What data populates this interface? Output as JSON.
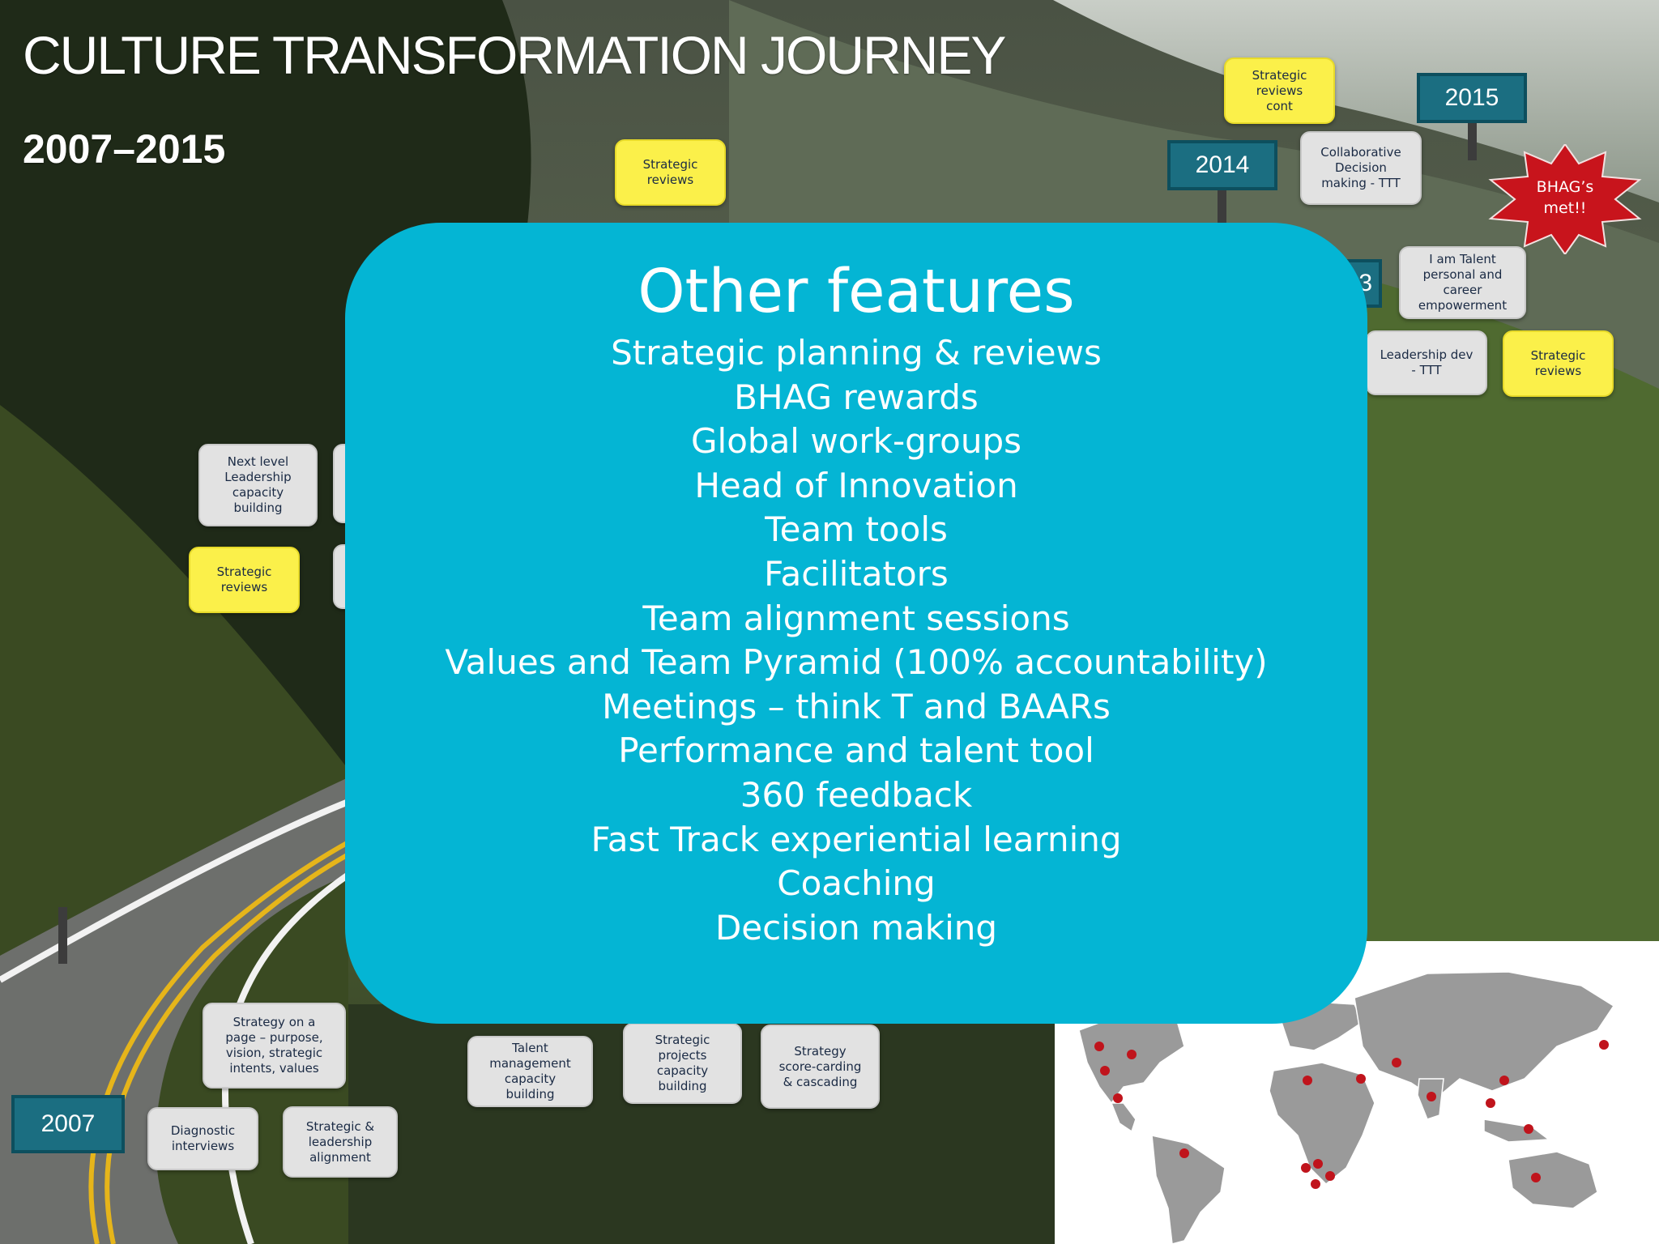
{
  "header": {
    "title": "CULTURE TRANSFORMATION JOURNEY",
    "subtitle": "2007–2015"
  },
  "years": {
    "y2007": "2007",
    "y2014": "2014",
    "y2015": "2015",
    "y2013_partial": "3"
  },
  "notes": {
    "strategic_reviews_top": "Strategic\nreviews",
    "strategic_reviews_cont": "Strategic\nreviews\ncont",
    "collaborative_decision": "Collaborative\nDecision\nmaking - TTT",
    "i_am_talent": "I am Talent\npersonal and\ncareer\nempowerment",
    "leadership_dev": "Leadership dev\n- TTT",
    "strategic_reviews_right": "Strategic\nreviews",
    "next_level_leadership": "Next level\nLeadership\ncapacity\nbuilding",
    "strategic_reviews_left": "Strategic\nreviews",
    "strategy_on_a_page": "Strategy on a\npage – purpose,\nvision, strategic\nintents, values",
    "diagnostic_interviews": "Diagnostic\ninterviews",
    "strategic_leadership_alignment": "Strategic &\nleadership\nalignment",
    "talent_management": "Talent\nmanagement\ncapacity\nbuilding",
    "strategic_projects": "Strategic\nprojects\ncapacity\nbuilding",
    "strategy_scorecarding": "Strategy\nscore-carding\n& cascading"
  },
  "badge": {
    "label": "BHAG’s\nmet!!",
    "color": "#c8141c"
  },
  "overlay": {
    "heading": "Other features",
    "items": [
      "Strategic planning & reviews",
      "BHAG rewards",
      "Global work-groups",
      "Head of Innovation",
      "Team tools",
      "Facilitators",
      "Team alignment sessions",
      "Values and Team Pyramid (100% accountability)",
      "Meetings – think T and BAARs",
      "Performance and talent tool",
      "360 feedback",
      "Fast Track experiential learning",
      "Coaching",
      "Decision making"
    ]
  },
  "colors": {
    "overlay_bg": "#04b5d4",
    "sticky_yellow": "#fbf04a",
    "sticky_grey": "#e2e2e2",
    "year_sign": "#1b6e81",
    "map_land": "#9a9a9a",
    "map_marker": "#c0141c"
  }
}
